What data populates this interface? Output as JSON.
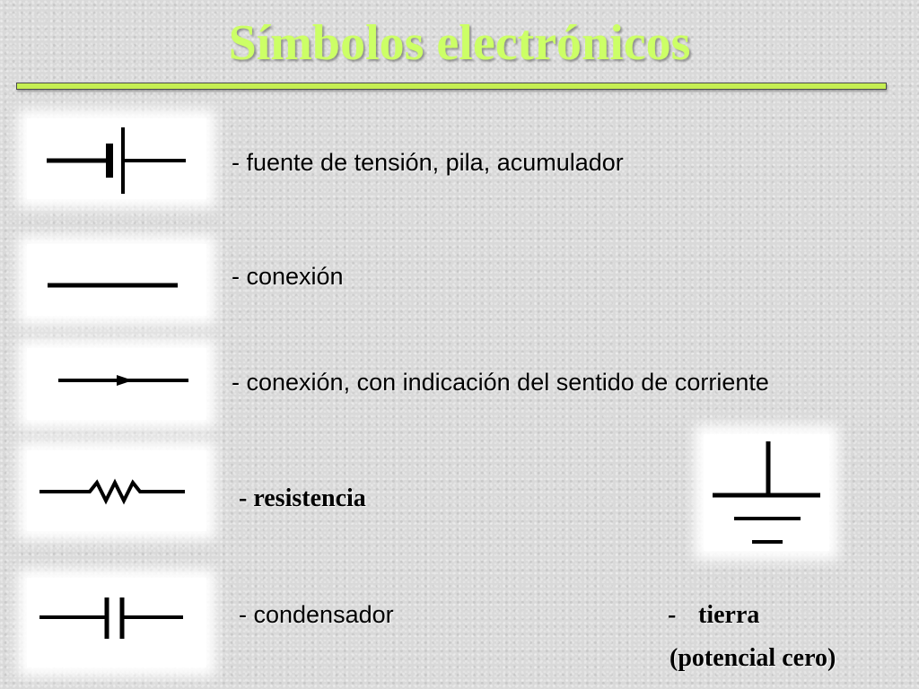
{
  "title": "Símbolos electrónicos",
  "items": [
    {
      "symbol": "battery-icon",
      "label": "- fuente de tensión, pila, acumulador"
    },
    {
      "symbol": "wire-icon",
      "label": "- conexión"
    },
    {
      "symbol": "wire-arrow-icon",
      "label": "- conexión, con indicación del sentido de corriente"
    },
    {
      "symbol": "resistor-icon",
      "label": "- resistencia"
    },
    {
      "symbol": "capacitor-icon",
      "label": "- condensador"
    },
    {
      "symbol": "ground-icon",
      "label_dash": "-",
      "label_line1": "tierra",
      "label_line2": "(potencial cero)"
    }
  ]
}
